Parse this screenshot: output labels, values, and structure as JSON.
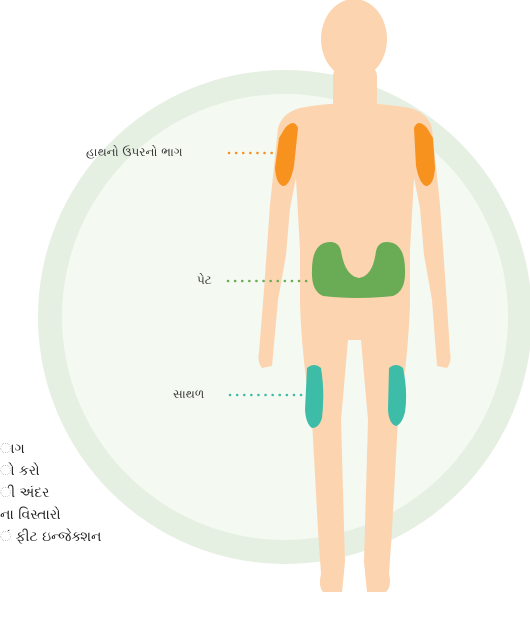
{
  "colors": {
    "halo_outer": "#e6f0e2",
    "halo_inner": "#f4f9f1",
    "body": "#fcd4b0",
    "upper_arm": "#f7921e",
    "abdomen": "#6aab55",
    "thigh": "#3dbca8"
  },
  "labels": {
    "upper_arm": "હાથનો ઉપરનો ભાગ",
    "abdomen": "પેટ",
    "thigh": "સાથળ"
  },
  "side_text": [
    "ાગ",
    "ો કરો",
    "ી અંદર",
    "ના વિસ્તારો",
    "ં ફીટ ઇન્જેક્શન"
  ]
}
